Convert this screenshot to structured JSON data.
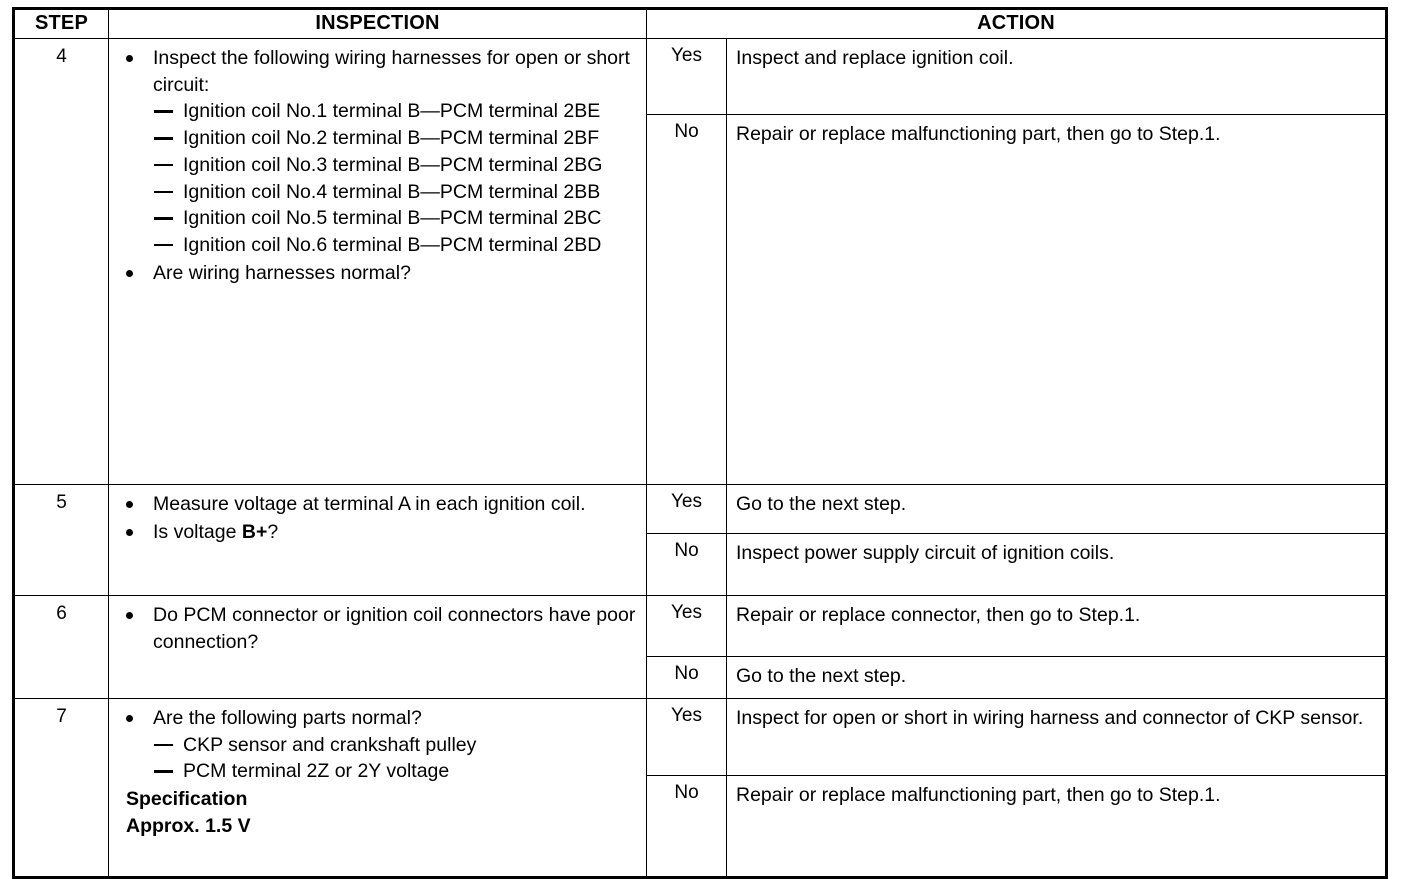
{
  "table": {
    "headers": {
      "step": "STEP",
      "inspection": "INSPECTION",
      "action": "ACTION"
    },
    "rows": [
      {
        "step": "4",
        "inspection": {
          "bullets": [
            "Inspect the following wiring harnesses for open or short circuit:",
            "Are wiring harnesses normal?"
          ],
          "dashes": [
            "Ignition coil No.1 terminal B—PCM terminal 2BE",
            "Ignition coil No.2 terminal B—PCM terminal 2BF",
            "Ignition coil No.3 terminal B—PCM terminal 2BG",
            "Ignition coil No.4 terminal B—PCM terminal 2BB",
            "Ignition coil No.5 terminal B—PCM terminal 2BC",
            "Ignition coil No.6 terminal B—PCM terminal 2BD"
          ]
        },
        "results": [
          {
            "answer": "Yes",
            "action": "Inspect and replace ignition coil."
          },
          {
            "answer": "No",
            "action": "Repair or replace malfunctioning part, then go to Step.1."
          }
        ]
      },
      {
        "step": "5",
        "inspection": {
          "bullets": [
            "Measure voltage at terminal A in each ignition coil.",
            "Is voltage B+?"
          ],
          "bullet_bold_fragment": "B+"
        },
        "results": [
          {
            "answer": "Yes",
            "action": "Go to the next step."
          },
          {
            "answer": "No",
            "action": "Inspect power supply circuit of ignition coils."
          }
        ]
      },
      {
        "step": "6",
        "inspection": {
          "bullets": [
            "Do PCM connector or ignition coil connectors have poor connection?"
          ]
        },
        "results": [
          {
            "answer": "Yes",
            "action": "Repair or replace connector, then go to Step.1."
          },
          {
            "answer": "No",
            "action": "Go to the next step."
          }
        ]
      },
      {
        "step": "7",
        "inspection": {
          "bullets": [
            "Are the following parts normal?"
          ],
          "dashes": [
            "CKP sensor and crankshaft pulley",
            "PCM terminal 2Z or 2Y voltage"
          ],
          "spec_label": "Specification",
          "spec_value": "Approx. 1.5 V"
        },
        "results": [
          {
            "answer": "Yes",
            "action": "Inspect for open or short in wiring harness and connector of CKP sensor."
          },
          {
            "answer": "No",
            "action": "Repair or replace malfunctioning part, then go to Step.1."
          }
        ]
      }
    ]
  },
  "colors": {
    "border": "#000000",
    "text": "#000000",
    "background": "#ffffff"
  }
}
